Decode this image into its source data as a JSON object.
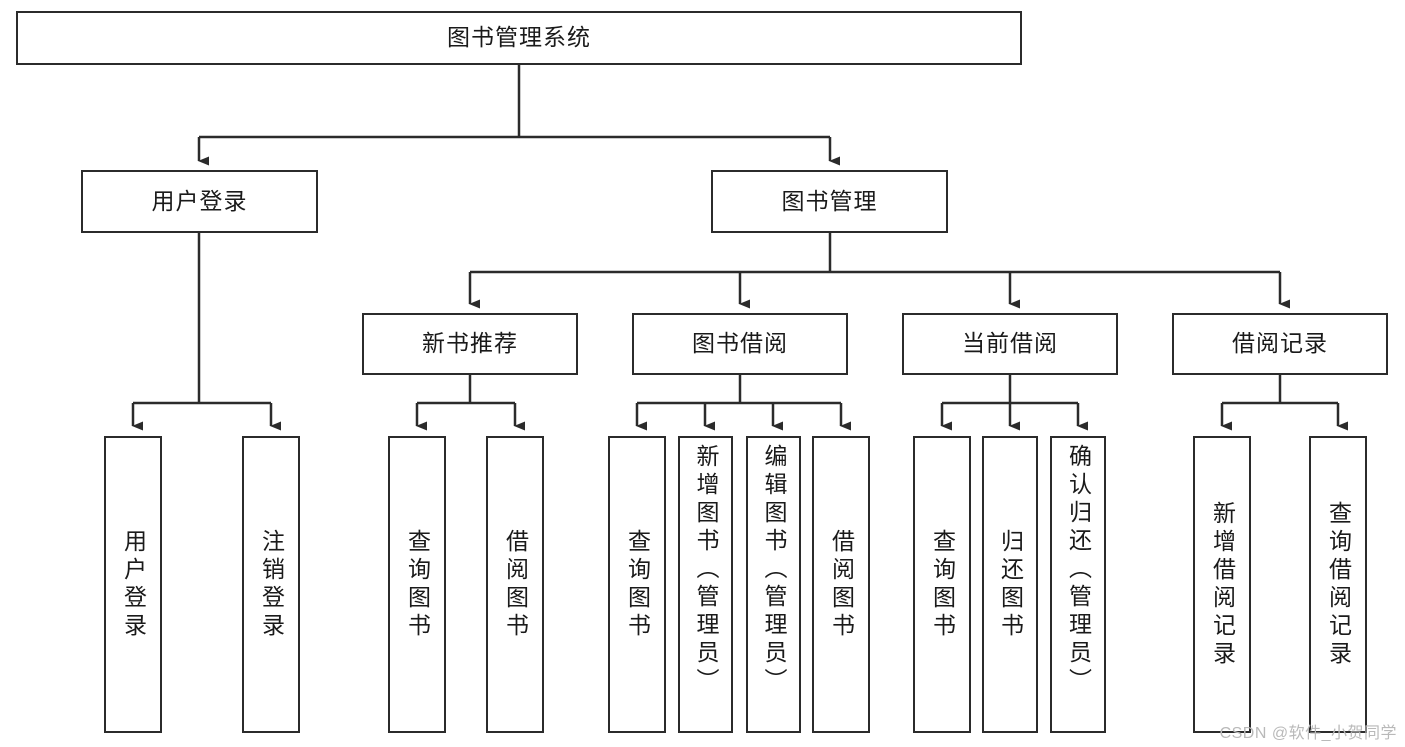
{
  "diagram": {
    "title": "图书管理系统",
    "type": "tree-structure-chart",
    "colors": {
      "box_border": "#2b2b2b",
      "box_fill": "#ffffff",
      "edge": "#2b2b2b",
      "text": "#1a1a1a",
      "watermark": "#b9b9b9",
      "background": "#ffffff"
    },
    "root": {
      "label": "图书管理系统"
    },
    "level2": [
      {
        "id": "user-login",
        "label": "用户登录"
      },
      {
        "id": "book-manage",
        "label": "图书管理"
      }
    ],
    "level3": [
      {
        "id": "new-book-rec",
        "label": "新书推荐"
      },
      {
        "id": "book-borrow",
        "label": "图书借阅"
      },
      {
        "id": "current-borrow",
        "label": "当前借阅"
      },
      {
        "id": "borrow-record",
        "label": "借阅记录"
      }
    ],
    "leaves": [
      {
        "id": "leaf-user-login",
        "label": "用户登录",
        "parent": "user-login"
      },
      {
        "id": "leaf-logout-login",
        "label": "注销登录",
        "parent": "user-login"
      },
      {
        "id": "leaf-query-book-1",
        "label": "查询图书",
        "parent": "new-book-rec"
      },
      {
        "id": "leaf-borrow-book-1",
        "label": "借阅图书",
        "parent": "new-book-rec"
      },
      {
        "id": "leaf-query-book-2",
        "label": "查询图书",
        "parent": "book-borrow"
      },
      {
        "id": "leaf-add-book",
        "label": "新增图书（管理员）",
        "parent": "book-borrow"
      },
      {
        "id": "leaf-edit-book",
        "label": "编辑图书（管理员）",
        "parent": "book-borrow"
      },
      {
        "id": "leaf-borrow-book-2",
        "label": "借阅图书",
        "parent": "book-borrow"
      },
      {
        "id": "leaf-query-book-3",
        "label": "查询图书",
        "parent": "current-borrow"
      },
      {
        "id": "leaf-return-book",
        "label": "归还图书",
        "parent": "current-borrow"
      },
      {
        "id": "leaf-confirm-return",
        "label": "确认归还（管理员）",
        "parent": "current-borrow"
      },
      {
        "id": "leaf-add-record",
        "label": "新增借阅记录",
        "parent": "borrow-record"
      },
      {
        "id": "leaf-query-record",
        "label": "查询借阅记录",
        "parent": "borrow-record"
      }
    ],
    "watermark": "CSDN @软件_小贺同学"
  }
}
